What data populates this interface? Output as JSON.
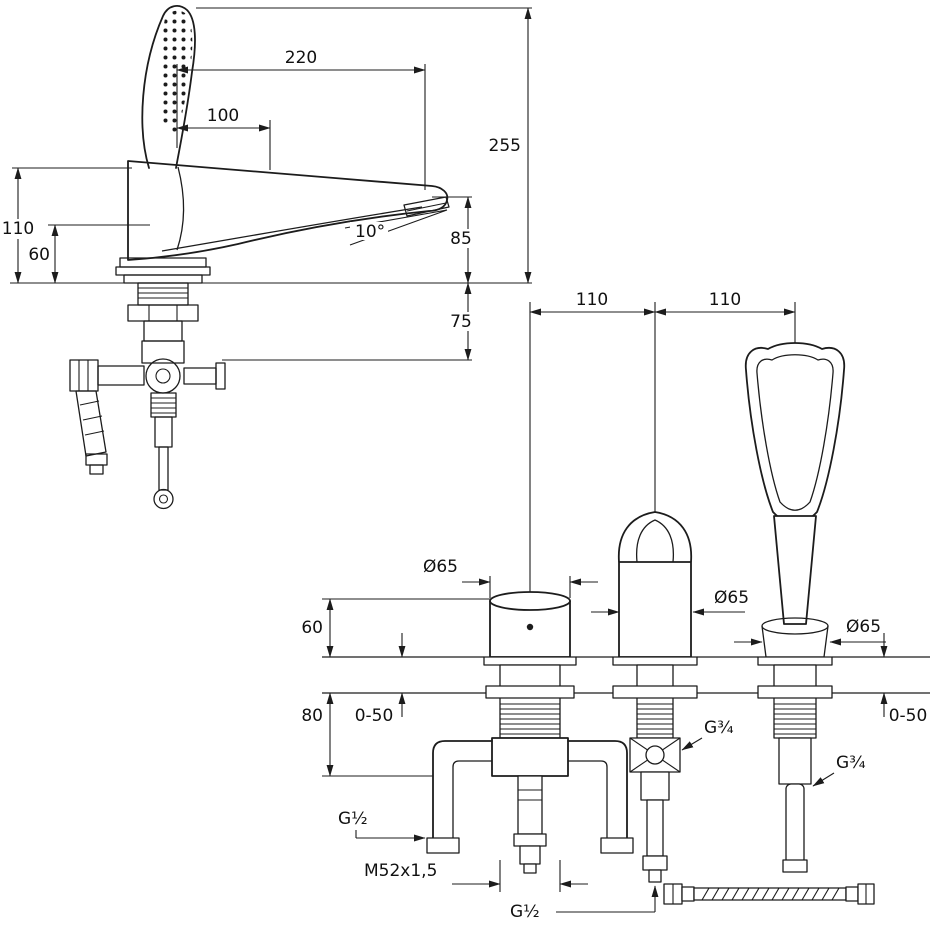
{
  "title": "Bath mixer technical dimension drawing",
  "colors": {
    "line": "#1c1c1c",
    "background": "#ffffff"
  },
  "side_view": {
    "dims": {
      "width_220": "220",
      "width_100": "100",
      "height_255": "255",
      "height_110": "110",
      "height_60": "60",
      "height_85": "85",
      "depth_75": "75",
      "spout_angle": "10°"
    }
  },
  "front_view": {
    "dims": {
      "spacing_left_110": "110",
      "spacing_right_110": "110",
      "dia_handle_unit": "Ø65",
      "dia_spout_unit": "Ø65",
      "dia_shower_unit": "Ø65",
      "height_60": "60",
      "depth_80": "80",
      "deck_range_left": "0-50",
      "deck_range_right": "0-50",
      "thread_spout_inlet": "G¾",
      "thread_shower_outlet": "G¾",
      "thread_inlet_left": "G½",
      "thread_mount": "M52x1,5",
      "thread_bottom": "G½"
    }
  }
}
